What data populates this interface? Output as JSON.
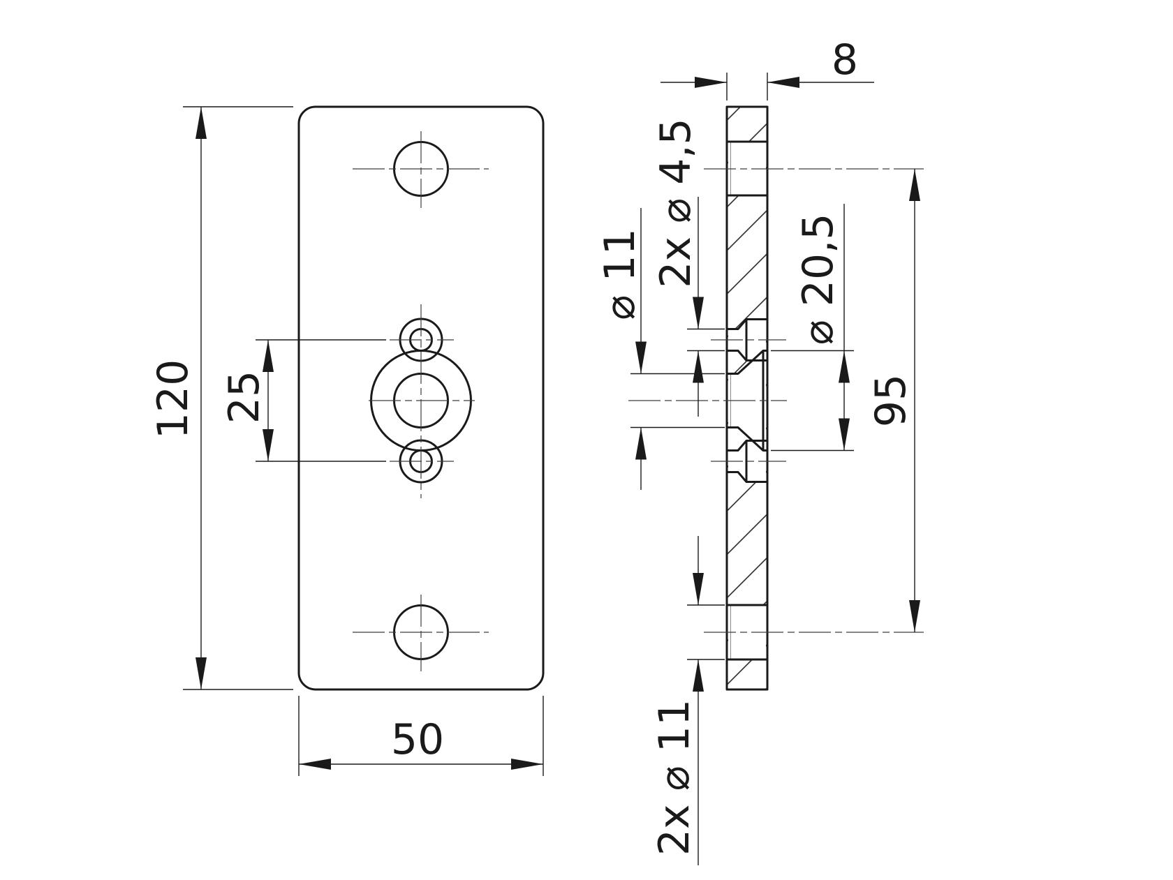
{
  "drawing": {
    "type": "technical-drawing",
    "front_view": {
      "dim_height": "120",
      "dim_countersunk_spacing": "25",
      "dim_width": "50"
    },
    "side_view": {
      "dim_thickness": "8",
      "dim_center_hole": "⌀ 11",
      "dim_countersunk_holes": "2x ⌀ 4,5",
      "dim_counterbore": "⌀ 20,5",
      "dim_mount_hole_spacing": "95",
      "dim_mount_holes": "2x ⌀ 11"
    },
    "colors": {
      "line": "#1a1a1a",
      "centerline": "#3c3c3c",
      "background": "#ffffff"
    }
  }
}
